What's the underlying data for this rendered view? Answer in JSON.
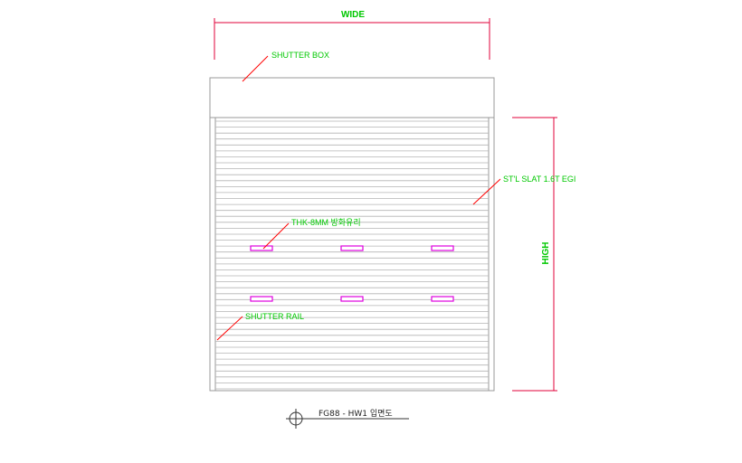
{
  "dimensions": {
    "wide_label": "WIDE",
    "high_label": "HIGH"
  },
  "callouts": {
    "shutter_box": "SHUTTER BOX",
    "slat": "ST'L SLAT 1.6T EGI",
    "vent": "THK-8MM 방화유리",
    "rail": "SHUTTER RAIL"
  },
  "title_block": {
    "label": "FG88 - HW1 입면도"
  },
  "colors": {
    "dimension": "#e0003a",
    "annotation_text": "#00c800",
    "leader": "#ff0000",
    "outline": "#9a9a9a",
    "slat_line": "#b4b4b4",
    "vent": "#e000e0",
    "title_line": "#333333"
  },
  "slats": {
    "count": 46
  },
  "vents": {
    "rows": 2,
    "per_row": 3
  }
}
